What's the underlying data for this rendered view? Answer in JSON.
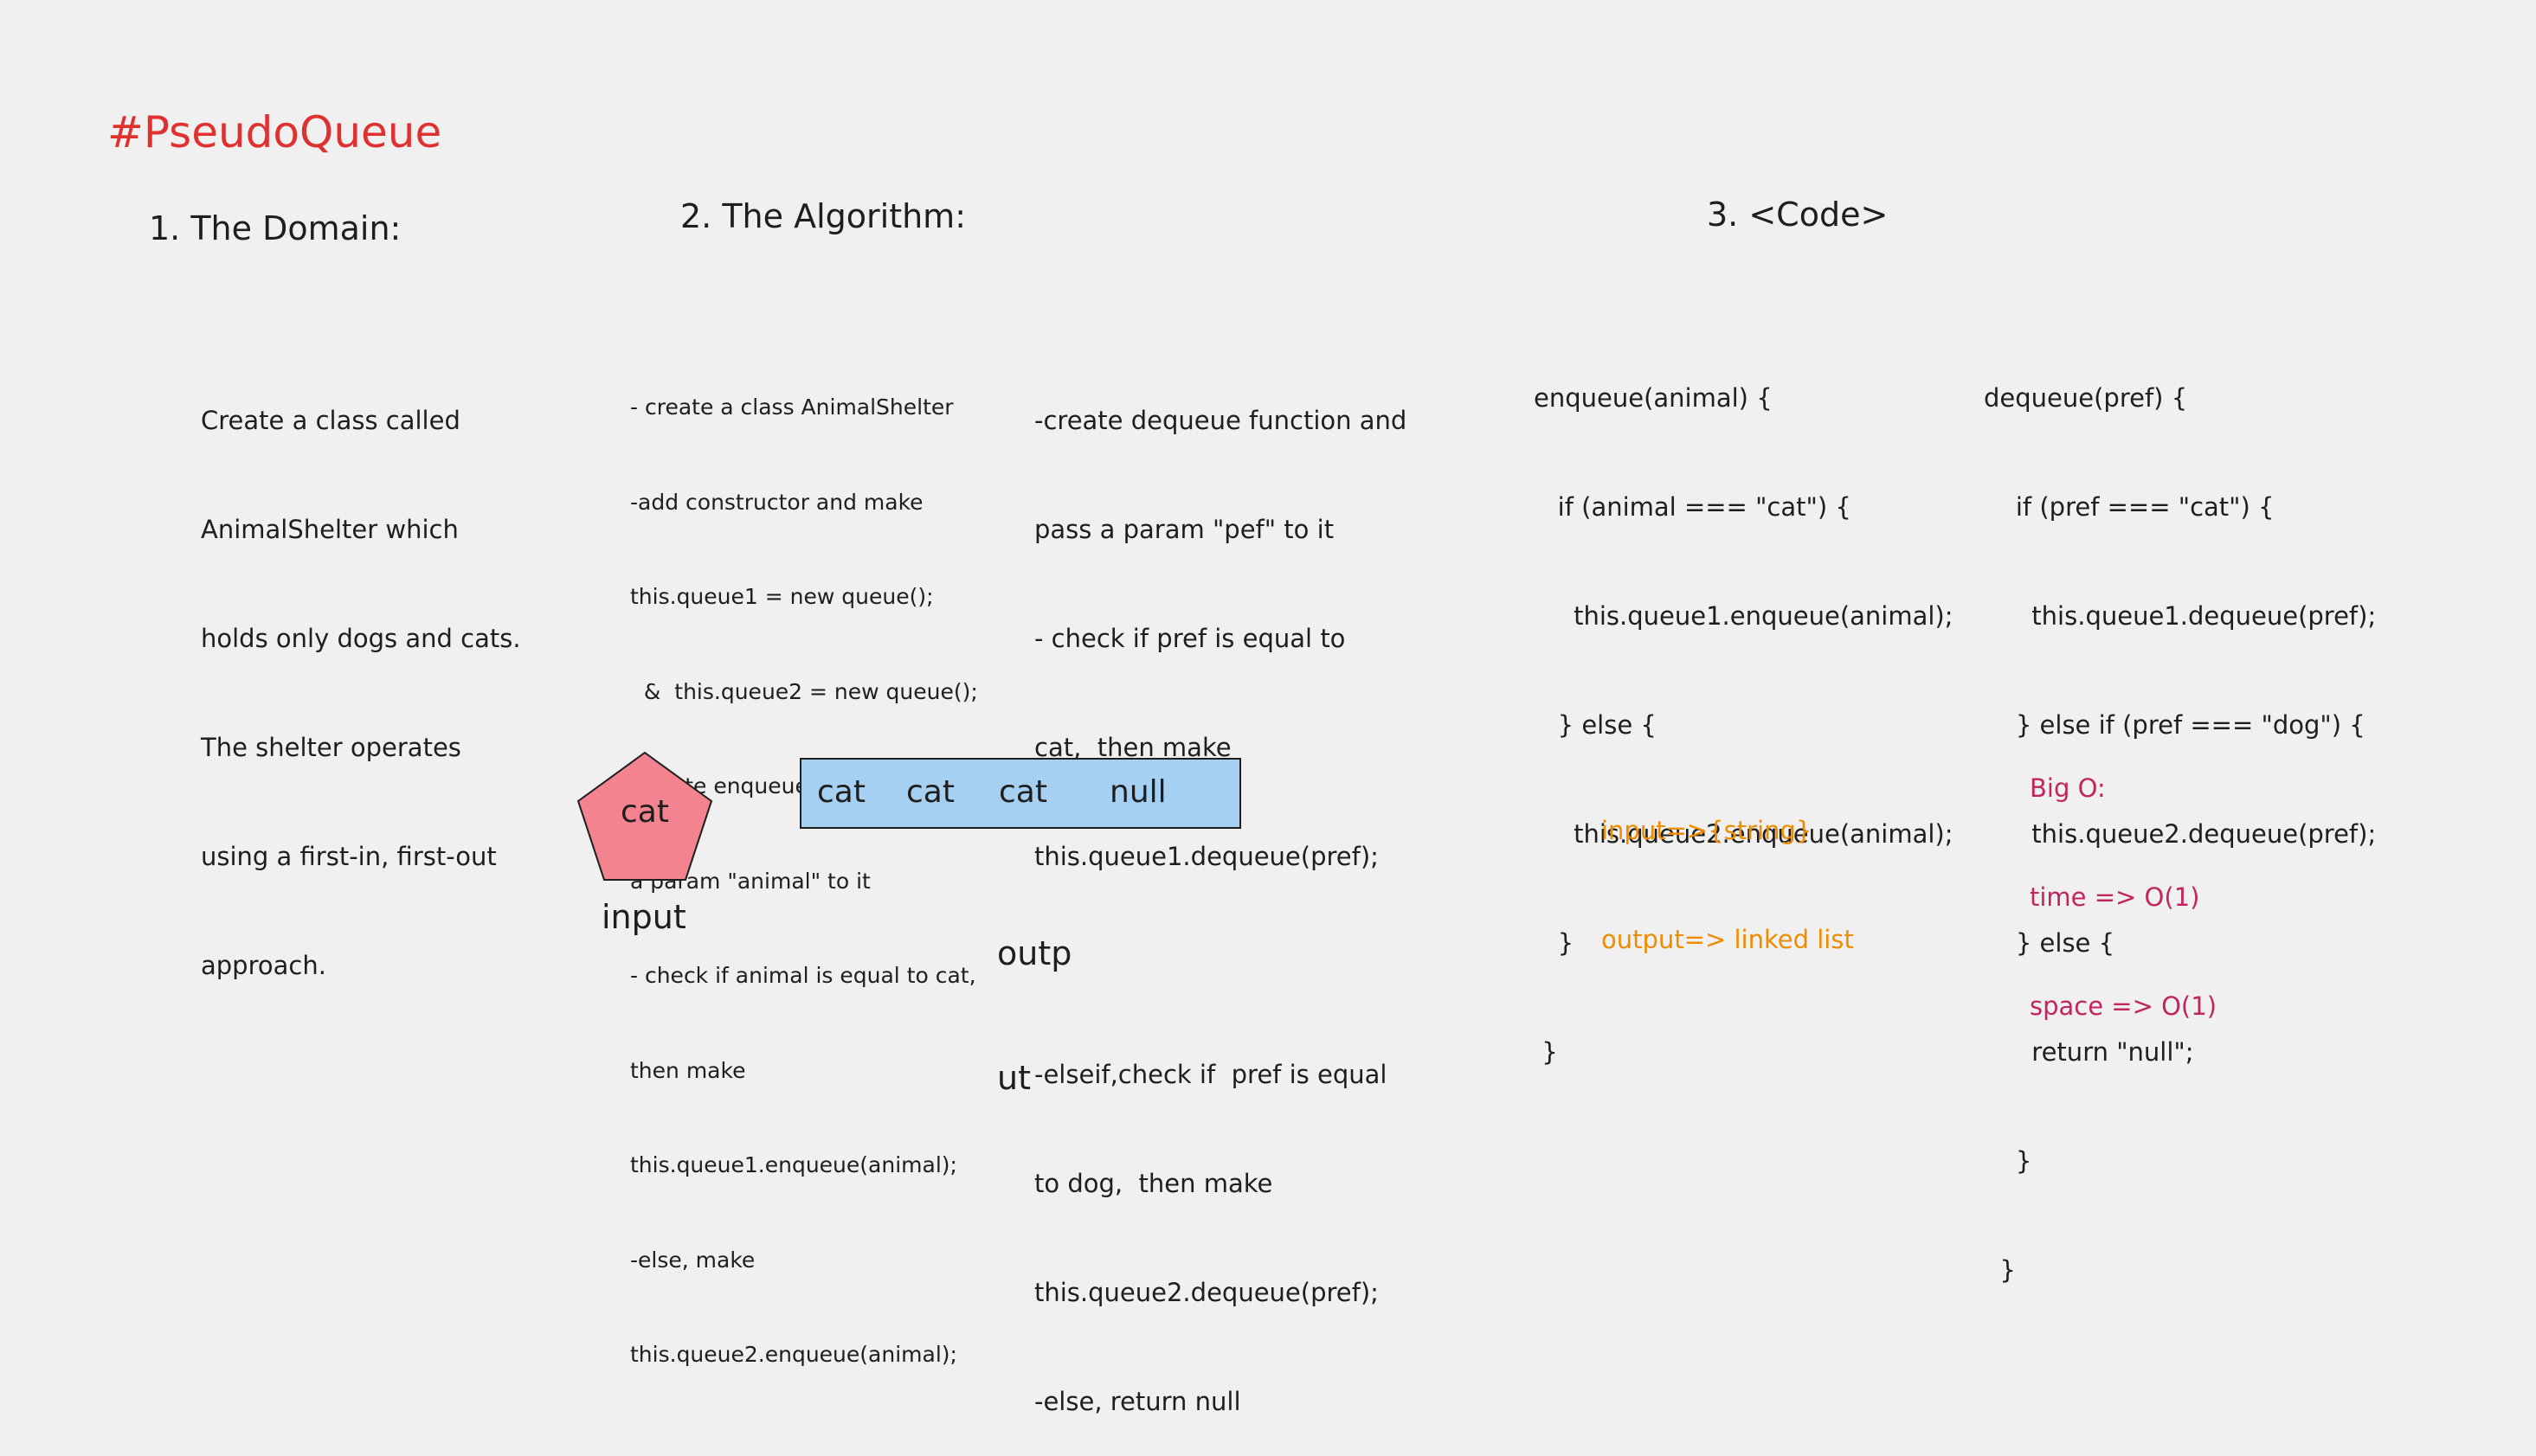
{
  "title": "#PseudoQueue",
  "colors": {
    "background": "#f0f0f0",
    "title": "#e03131",
    "input_shape_fill": "#f3838f",
    "output_box_fill": "#a5d0f2",
    "annotation_orange": "#f08c00",
    "annotation_pink": "#c2255c"
  },
  "domain": {
    "heading": "1. The Domain:",
    "lines": [
      "Create a class called",
      "AnimalShelter which",
      "holds only dogs and cats.",
      "The shelter operates",
      "using a first-in, first-out",
      "approach."
    ]
  },
  "algorithm": {
    "heading": "2. The Algorithm:",
    "left_lines": [
      "- create a class AnimalShelter",
      "-add constructor and make",
      "this.queue1 = new queue();",
      "  &  this.queue2 = new queue();",
      "-create enqueue function and pass",
      "a param \"animal\" to it",
      "- check if animal is equal to cat,",
      "then make",
      "this.queue1.enqueue(animal);",
      "-else, make",
      "this.queue2.enqueue(animal);"
    ],
    "right_lines": [
      "-create dequeue function and",
      "pass a param \"pef\" to it",
      "- check if pref is equal to",
      "cat,  then make",
      "this.queue1.dequeue(pref);",
      "",
      "-elseif,check if  pref is equal",
      "to dog,  then make",
      "this.queue2.dequeue(pref);",
      "-else, return null"
    ]
  },
  "code": {
    "heading": "3. <Code>",
    "enqueue_lines": [
      "enqueue(animal) {",
      "   if (animal === \"cat\") {",
      "     this.queue1.enqueue(animal);",
      "   } else {",
      "     this.queue2.enqueue(animal);",
      "   }",
      " }"
    ],
    "dequeue_lines": [
      "dequeue(pref) {",
      "    if (pref === \"cat\") {",
      "      this.queue1.dequeue(pref);",
      "    } else if (pref === \"dog\") {",
      "      this.queue2.dequeue(pref);",
      "    } else {",
      "      return \"null\";",
      "    }",
      "  }"
    ]
  },
  "io": {
    "input_line": "input=>{string}",
    "output_line": "output=> linked list"
  },
  "big_o": {
    "heading": "Big O:",
    "time": "time => O(1)",
    "space": "space => O(1)"
  },
  "diagram": {
    "input_shape_label": "cat",
    "input_caption": "input",
    "queue_items": [
      "cat",
      "cat",
      "cat",
      "null"
    ],
    "output_caption_lines": [
      "outp",
      "ut"
    ]
  }
}
